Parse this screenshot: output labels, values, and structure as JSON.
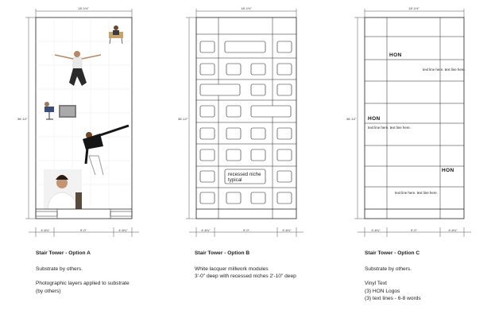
{
  "panels": [
    {
      "title": "Stair Tower - Option A",
      "top_dim": "18'-1½\"",
      "side_dim": "36'-12\"",
      "bottom_dims": [
        "4'-6¾\"",
        "9'-0\"",
        "4'-6¾\""
      ],
      "notes": [
        [
          "Substrate by others."
        ],
        [
          "Photographic layers applied to substrate",
          "(by others)"
        ]
      ]
    },
    {
      "title": "Stair Tower - Option B",
      "top_dim": "18'-1½\"",
      "side_dim": "36'-12\"",
      "bottom_dims": [
        "4'-6¾\"",
        "9'-0\"",
        "4'-6¾\""
      ],
      "niche_label": [
        "recessed niche",
        "typical"
      ],
      "notes": [
        [
          "White lacquer millwork modules",
          "3'-0\" deep with recessed niches 2'-10\" deep"
        ]
      ]
    },
    {
      "title": "Stair Tower - Option C",
      "top_dim": "18'-1½\"",
      "side_dim": "36'-12\"",
      "bottom_dims": [
        "4'-6¾\"",
        "9'-0\"",
        "4'-6¾\""
      ],
      "logo": "HON",
      "text_line": "text line here. text line here.",
      "notes": [
        [
          "Substrate by others."
        ],
        [
          "Vinyl Text",
          "(3) HON Logos",
          "(3) text lines - 6-8 words"
        ]
      ]
    }
  ]
}
